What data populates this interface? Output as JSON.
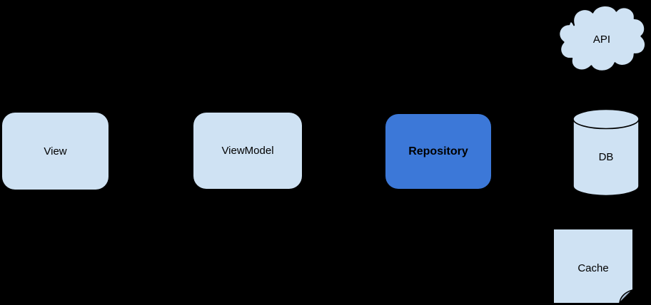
{
  "diagram": {
    "nodes": {
      "view": {
        "label": "View"
      },
      "viewmodel": {
        "label": "ViewModel"
      },
      "repository": {
        "label": "Repository"
      },
      "api": {
        "label": "API"
      },
      "db": {
        "label": "DB"
      },
      "cache": {
        "label": "Cache"
      }
    },
    "colors": {
      "background": "#000000",
      "node_fill_light": "#cfe2f3",
      "node_fill_accent": "#3c78d8",
      "outline": "#000000",
      "fold_fill": "#a9bdd3",
      "text": "#000000"
    }
  }
}
